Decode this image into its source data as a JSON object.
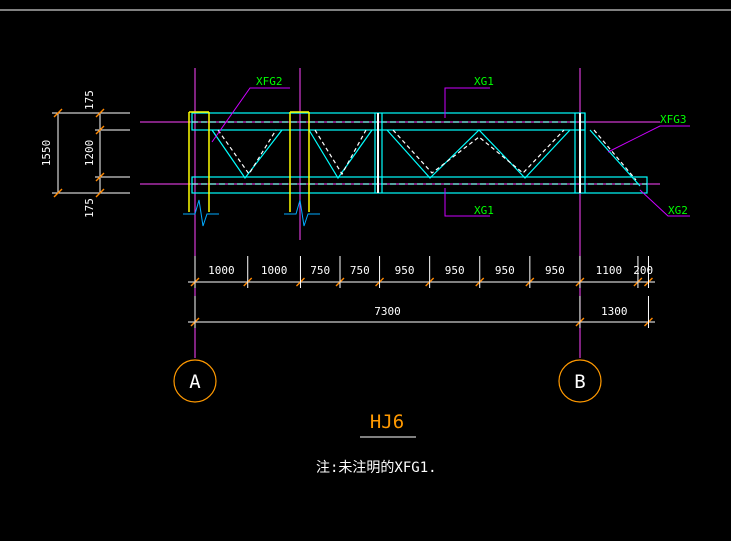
{
  "drawing": {
    "title": "HJ6",
    "note": "注:未注明的XFG1.",
    "axes": [
      "A",
      "B"
    ]
  },
  "labels": {
    "xfg2": "XFG2",
    "xg1_top": "XG1",
    "xg1_bottom": "XG1",
    "xfg3": "XFG3",
    "xg2": "XG2"
  },
  "dimensions": {
    "vertical": {
      "top": "175",
      "middle": "1200",
      "bottom": "175",
      "overall": "1550"
    },
    "segments": [
      "1000",
      "1000",
      "750",
      "750",
      "950",
      "950",
      "950",
      "950",
      "1100",
      "200"
    ],
    "totals": [
      "7300",
      "1300"
    ]
  },
  "colors": {
    "background": "#000000",
    "chord": "#00ffff",
    "web": "#ffffff",
    "label": "#00ff00",
    "leader": "#cc00ff",
    "dimension": "#ffffff",
    "dimension_tick": "#ff8800",
    "column": "#ffff00",
    "axis_bubble": "#ff9900",
    "title": "#ff9900"
  }
}
